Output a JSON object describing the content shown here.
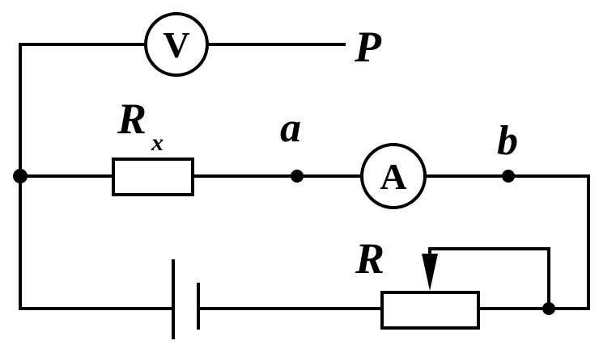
{
  "circuit": {
    "voltmeter_symbol": "V",
    "ammeter_symbol": "A",
    "labels": {
      "probe": "P",
      "resistor_main": "R",
      "resistor_subscript": "x",
      "node_a": "a",
      "node_b": "b",
      "rheostat": "R"
    }
  },
  "colors": {
    "stroke": "#000000",
    "background": "#ffffff"
  }
}
